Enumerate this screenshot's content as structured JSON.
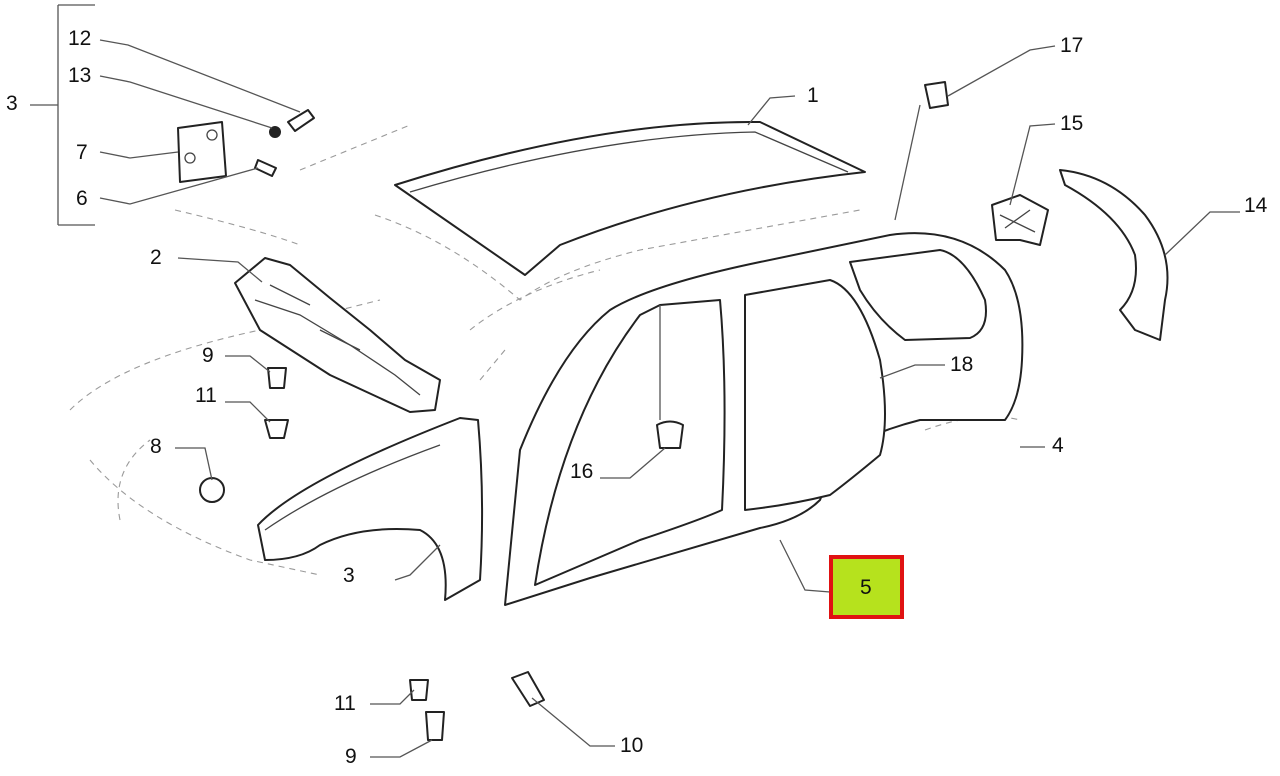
{
  "diagram": {
    "callouts": {
      "c1": "1",
      "c2": "2",
      "c3_bracket": "3",
      "c3_fender": "3",
      "c4": "4",
      "c5": "5",
      "c6": "6",
      "c7": "7",
      "c8": "8",
      "c9_upper": "9",
      "c9_lower": "9",
      "c10": "10",
      "c11_upper": "11",
      "c11_lower": "11",
      "c12": "12",
      "c13": "13",
      "c14": "14",
      "c15": "15",
      "c16": "16",
      "c17": "17",
      "c18": "18"
    },
    "highlight": {
      "label": "5",
      "fill": "#b6e21d",
      "border": "#e01212"
    }
  }
}
